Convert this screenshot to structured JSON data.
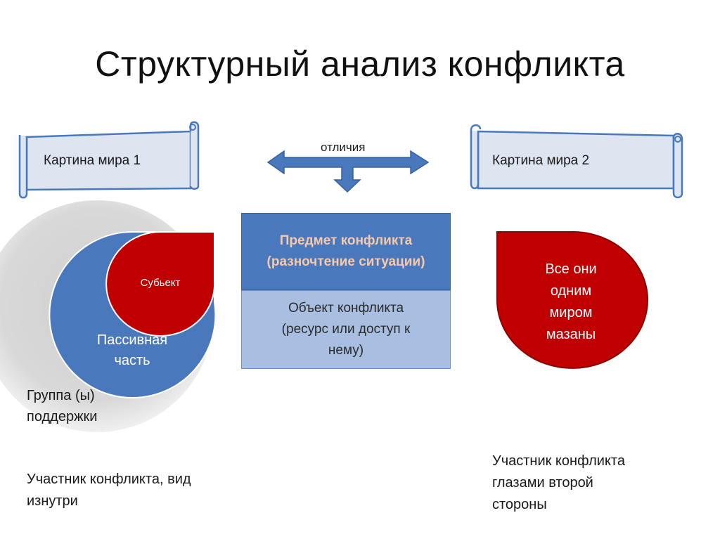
{
  "title": "Структурный анализ конфликта",
  "left_scroll": "Картина мира 1",
  "right_scroll": "Картина мира 2",
  "differences_label": "отличия",
  "subject_box": [
    "Предмет конфликта",
    "(разночтение ситуации)"
  ],
  "object_box": [
    "Объект конфликта",
    "(ресурс или доступ к",
    "нему)"
  ],
  "subject_label": "Субьект",
  "passive_label": [
    "Пассивная",
    "часть"
  ],
  "support_group_label": [
    "Группа (ы)",
    "поддержки"
  ],
  "right_shape_text": [
    "Все они",
    "одним",
    "миром",
    "мазаны"
  ],
  "left_caption": [
    "Участник конфликта, вид",
    "изнутри"
  ],
  "right_caption": [
    "Участник конфликта",
    "глазами второй",
    "стороны"
  ],
  "colors": {
    "scroll_fill": "#dde5f1",
    "scroll_stroke": "#4a78bd",
    "blue": "#4a78bd",
    "red": "#c00000",
    "gray": "#d4d4d4",
    "light_blue": "#a9bfe2",
    "subject_text": "#f6c9a8"
  }
}
